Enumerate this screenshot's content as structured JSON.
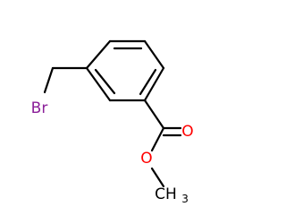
{
  "molecule": {
    "atoms": {
      "bromine": {
        "label": "Br",
        "color": "#8b1f99"
      },
      "carbonyl_oxygen": {
        "label": "O",
        "color": "#ff0000"
      },
      "ester_oxygen": {
        "label": "O",
        "color": "#ff0000"
      },
      "methyl": {
        "label": "CH3",
        "color": "#000000"
      }
    },
    "bond_color": "#000000"
  }
}
